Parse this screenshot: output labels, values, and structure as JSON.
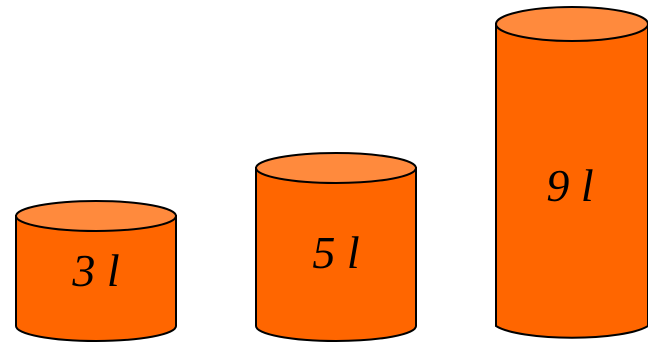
{
  "colors": {
    "body": "#FF6600",
    "top": "#FF8A3D",
    "outline": "#000000",
    "background": "#FFFFFF"
  },
  "containers": [
    {
      "label": "3 l",
      "volume": 3,
      "unit": "l"
    },
    {
      "label": "5 l",
      "volume": 5,
      "unit": "l"
    },
    {
      "label": "9 l",
      "volume": 9,
      "unit": "l"
    }
  ]
}
